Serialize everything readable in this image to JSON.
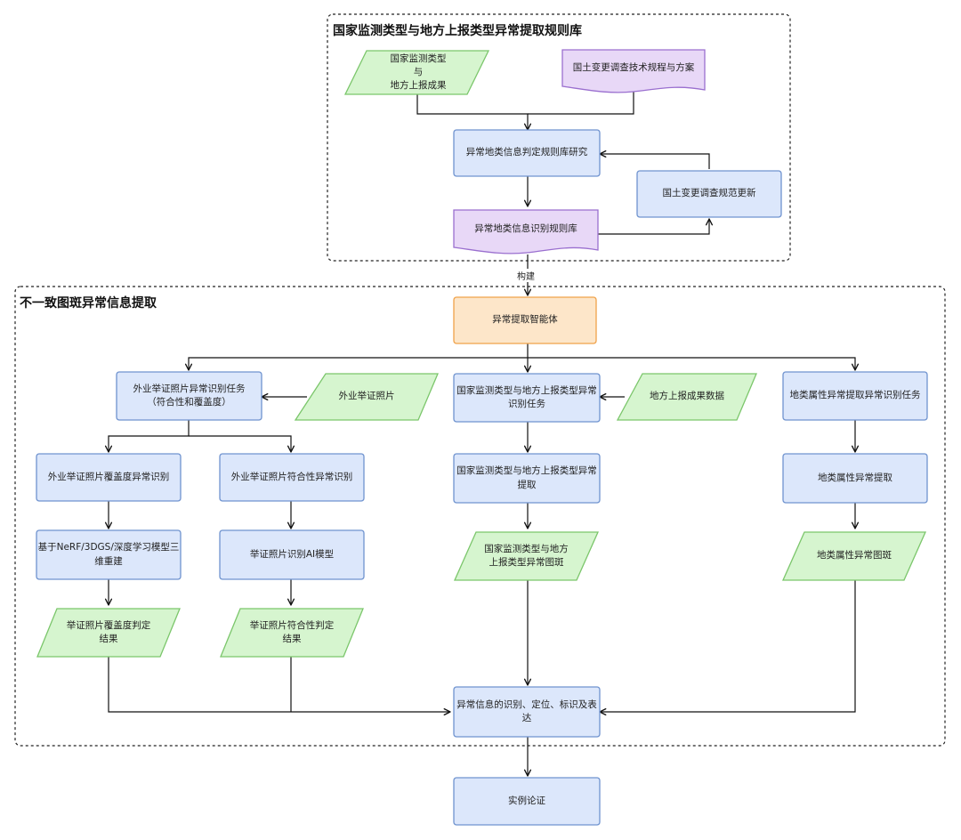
{
  "groups": {
    "rule_library": {
      "title": "国家监测类型与地方上报类型异常提取规则库"
    },
    "extraction": {
      "title": "不一致图斑异常信息提取"
    }
  },
  "edge_labels": {
    "build": "构建"
  },
  "nodes": {
    "n_input_types": "国家监测类型\n与\n地方上报成果",
    "n_survey_spec": "国土变更调查技术规程与方案",
    "n_rule_research": "异常地类信息判定规则库研究",
    "n_spec_update": "国土变更调查规范更新",
    "n_rule_library": "异常地类信息识别规则库",
    "n_agent": "异常提取智能体",
    "n_photo_task": "外业举证照片异常识别任务\n（符合性和覆盖度）",
    "n_photos": "外业举证照片",
    "n_type_task": "国家监测类型与地方上报类型异常\n识别任务",
    "n_local_data": "地方上报成果数据",
    "n_attr_task": "地类属性异常提取异常识别任务",
    "n_coverage_detect": "外业举证照片覆盖度异常识别",
    "n_conform_detect": "外业举证照片符合性异常识别",
    "n_type_extract": "国家监测类型与地方上报类型异常\n提取",
    "n_attr_extract": "地类属性异常提取",
    "n_recon": "基于NeRF/3DGS/深度学习模型三\n维重建",
    "n_ai_model": "举证照片识别AI模型",
    "n_type_patch": "国家监测类型与地方\n上报类型异常图斑",
    "n_attr_patch": "地类属性异常图斑",
    "n_coverage_result": "举证照片覆盖度判定\n结果",
    "n_conform_result": "举证照片符合性判定\n结果",
    "n_final": "异常信息的识别、定位、标识及表\n达",
    "n_verify": "实例论证"
  },
  "colors": {
    "process_fill": "#dce7fb",
    "process_stroke": "#6f93cf",
    "data_fill": "#d6f5cf",
    "data_stroke": "#7bc66b",
    "doc_fill": "#e8d8f7",
    "doc_stroke": "#9a6fcf",
    "agent_fill": "#fde6c9",
    "agent_stroke": "#f0a24a",
    "line": "#111111"
  }
}
